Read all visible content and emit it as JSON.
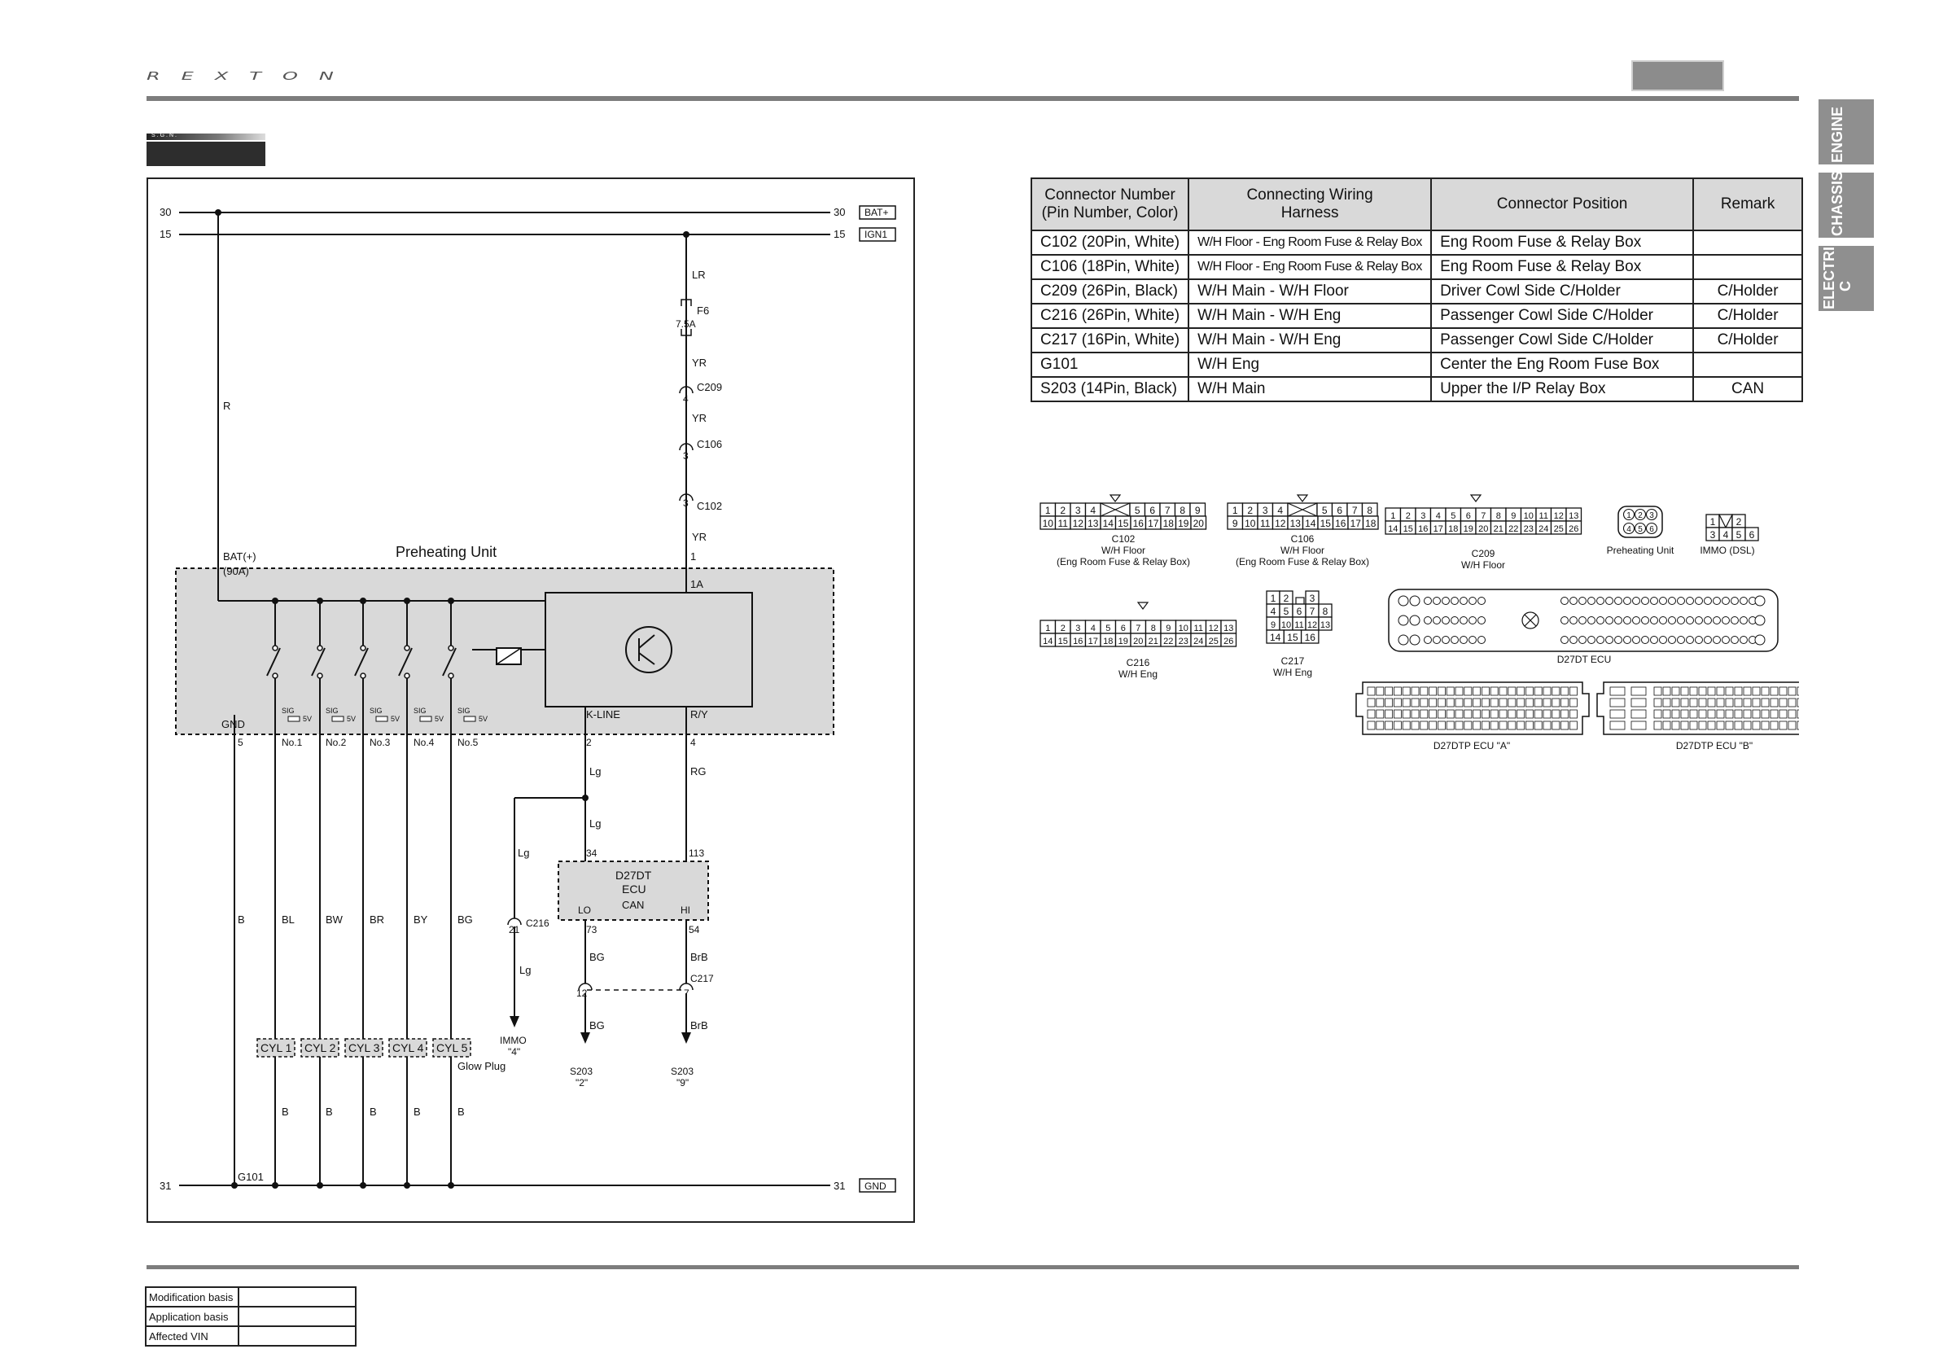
{
  "header": {
    "brand": "REXTON"
  },
  "side_tabs": [
    {
      "label": "ENGINE"
    },
    {
      "label": "CHASSIS"
    },
    {
      "label_lines": [
        "ELECTRI",
        "C"
      ]
    }
  ],
  "section_tag": "S.G.N.",
  "diagram": {
    "rails": {
      "top_left": "30",
      "top_right": "30",
      "top_tag": "BAT+",
      "ign_left": "15",
      "ign_right": "15",
      "ign_tag": "IGN1",
      "gnd_left": "31",
      "gnd_right": "31",
      "gnd_tag": "GND"
    },
    "wire_r": "R",
    "fuse": {
      "name": "F6",
      "rating": "7.5A"
    },
    "ign_wires": [
      "LR",
      "YR",
      "YR",
      "YR"
    ],
    "c209": {
      "name": "C209",
      "pin": "4"
    },
    "c106": {
      "name": "C106",
      "pin": "3"
    },
    "c102": {
      "name": "C102",
      "pin": "3"
    },
    "preheat": {
      "title": "Preheating Unit",
      "bat_label": "BAT(+)",
      "bat_rating": "(90A)",
      "pin_1": "1",
      "pin_1a": "1A",
      "kline": "K-LINE",
      "ry": "R/Y",
      "gnd": "GND",
      "gnd_pin": "5",
      "sig": "SIG",
      "v5": "5V",
      "outputs": [
        "No.1",
        "No.2",
        "No.3",
        "No.4",
        "No.5"
      ],
      "kline_pin": "2",
      "ry_pin": "4"
    },
    "ecu_section": {
      "lg_labels": [
        "Lg",
        "Lg",
        "Lg",
        "Lg"
      ],
      "rg": "RG",
      "pin_34": "34",
      "pin_113": "113",
      "ecu_title_1": "D27DT",
      "ecu_title_2": "ECU",
      "can": "CAN",
      "lo": "LO",
      "hi": "HI",
      "pin_73": "73",
      "pin_54": "54",
      "bg_1": "BG",
      "brb_1": "BrB",
      "c217": "C217",
      "c217_pin_lo": "12",
      "c217_pin_hi": "7",
      "bg_2": "BG",
      "brb_2": "BrB",
      "s203_lo_1": "S203",
      "s203_lo_2": "\"2\"",
      "s203_hi_1": "S203",
      "s203_hi_2": "\"9\"",
      "c216": "C216",
      "c216_pin": "21",
      "immo_1": "IMMO",
      "immo_2": "\"4\""
    },
    "wire_colors": [
      "B",
      "BL",
      "BW",
      "BR",
      "BY",
      "BG"
    ],
    "glow_plugs": [
      "CYL 1",
      "CYL 2",
      "CYL 3",
      "CYL 4",
      "CYL 5"
    ],
    "glow_label": "Glow Plug",
    "ground_wires": [
      "B",
      "B",
      "B",
      "B",
      "B"
    ],
    "g101": "G101"
  },
  "connector_table": {
    "headers": [
      [
        "Connector Number",
        "(Pin Number, Color)"
      ],
      [
        "Connecting Wiring",
        "Harness"
      ],
      [
        "Connector Position"
      ],
      [
        "Remark"
      ]
    ],
    "rows": [
      [
        "C102 (20Pin, White)",
        "W/H Floor - Eng Room Fuse & Relay Box",
        "Eng Room Fuse & Relay Box",
        ""
      ],
      [
        "C106 (18Pin, White)",
        "W/H Floor - Eng Room Fuse & Relay Box",
        "Eng Room Fuse & Relay Box",
        ""
      ],
      [
        "C209 (26Pin, Black)",
        "W/H Main - W/H Floor",
        "Driver Cowl Side C/Holder",
        "C/Holder"
      ],
      [
        "C216 (26Pin, White)",
        "W/H Main - W/H Eng",
        "Passenger Cowl Side C/Holder",
        "C/Holder"
      ],
      [
        "C217 (16Pin, White)",
        "W/H Main - W/H Eng",
        "Passenger Cowl Side C/Holder",
        "C/Holder"
      ],
      [
        "G101",
        "W/H Eng",
        "Center the Eng Room Fuse Box",
        ""
      ],
      [
        "S203 (14Pin, Black)",
        "W/H Main",
        "Upper the I/P Relay Box",
        "CAN"
      ]
    ]
  },
  "connector_views": {
    "c102": {
      "top": [
        "1",
        "2",
        "3",
        "4",
        "5",
        "6",
        "7",
        "8",
        "9"
      ],
      "bottom": [
        "10",
        "11",
        "12",
        "13",
        "14",
        "15",
        "16",
        "17",
        "18",
        "19",
        "20"
      ],
      "lines": [
        "C102",
        "W/H Floor",
        "(Eng Room Fuse & Relay Box)"
      ]
    },
    "c106": {
      "top": [
        "1",
        "2",
        "3",
        "4",
        "5",
        "6",
        "7",
        "8"
      ],
      "bottom": [
        "9",
        "10",
        "11",
        "12",
        "13",
        "14",
        "15",
        "16",
        "17",
        "18"
      ],
      "lines": [
        "C106",
        "W/H Floor",
        "(Eng Room Fuse & Relay Box)"
      ]
    },
    "c209": {
      "top": [
        "1",
        "2",
        "3",
        "4",
        "5",
        "6",
        "7",
        "8",
        "9",
        "10",
        "11",
        "12",
        "13"
      ],
      "bottom": [
        "14",
        "15",
        "16",
        "17",
        "18",
        "19",
        "20",
        "21",
        "22",
        "23",
        "24",
        "25",
        "26"
      ],
      "lines": [
        "C209",
        "W/H Floor"
      ]
    },
    "preheat": {
      "top": [
        "1",
        "2",
        "3"
      ],
      "bottom": [
        "4",
        "5",
        "6"
      ],
      "lines": [
        "Preheating Unit"
      ]
    },
    "immo": {
      "top": [
        "1",
        "2"
      ],
      "bottom": [
        "3",
        "4",
        "5",
        "6"
      ],
      "lines": [
        "IMMO (DSL)"
      ]
    },
    "c216": {
      "top": [
        "1",
        "2",
        "3",
        "4",
        "5",
        "6",
        "7",
        "8",
        "9",
        "10",
        "11",
        "12",
        "13"
      ],
      "bottom": [
        "14",
        "15",
        "16",
        "17",
        "18",
        "19",
        "20",
        "21",
        "22",
        "23",
        "24",
        "25",
        "26"
      ],
      "lines": [
        "C216",
        "W/H Eng"
      ]
    },
    "c217": {
      "rows": [
        [
          "1",
          "2",
          "3"
        ],
        [
          "4",
          "5",
          "6",
          "7",
          "8"
        ],
        [
          "9",
          "10",
          "11",
          "12",
          "13"
        ],
        [
          "14",
          "15",
          "16"
        ]
      ],
      "lines": [
        "C217",
        "W/H Eng"
      ]
    },
    "d27dt": {
      "lines": [
        "D27DT ECU"
      ]
    },
    "d27dtp_a": {
      "lines": [
        "D27DTP ECU \"A\""
      ]
    },
    "d27dtp_b": {
      "lines": [
        "D27DTP ECU \"B\""
      ]
    }
  },
  "modification_table": [
    {
      "label": "Modification basis",
      "value": ""
    },
    {
      "label": "Application basis",
      "value": ""
    },
    {
      "label": "Affected VIN",
      "value": ""
    }
  ]
}
